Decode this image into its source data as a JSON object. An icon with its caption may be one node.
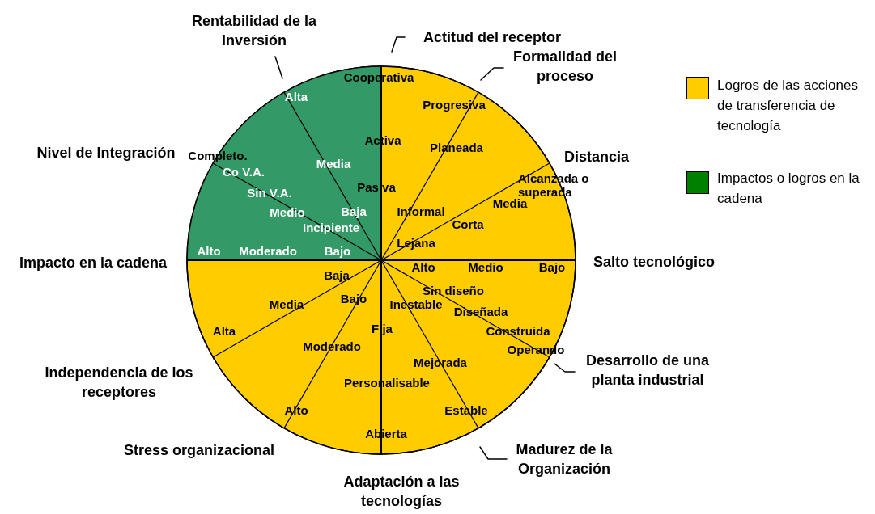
{
  "diagram": {
    "nodes": [
      {
        "text": [
          "Rentabilidad de la Inversión"
        ]
      },
      {
        "text": [
          "Actitud del receptor"
        ]
      },
      {
        "text": [
          "Formalidad del proceso"
        ]
      },
      {
        "text": [
          "Nivel de Integración"
        ]
      },
      {
        "text": [
          "Distancia"
        ]
      },
      {
        "text": [
          "Impacto en la cadena"
        ]
      },
      {
        "text": [
          "Salto tecnológico"
        ]
      },
      {
        "text": [
          "Independencia de los receptores"
        ]
      },
      {
        "text": [
          "Desarrollo de una planta industrial"
        ]
      },
      {
        "text": [
          "Stress organizacional"
        ]
      },
      {
        "text": [
          "Madurez de la Organización"
        ]
      },
      {
        "text": [
          "Adaptación a las tecnologías"
        ]
      }
    ],
    "edges": [
      {
        "from": 0,
        "to": null,
        "arrow": "none"
      },
      {
        "from": 1,
        "to": null,
        "arrow": "none"
      },
      {
        "from": 2,
        "to": null,
        "arrow": "none"
      },
      {
        "from": 8,
        "to": null,
        "arrow": "none"
      },
      {
        "from": 10,
        "to": null,
        "arrow": "none"
      }
    ],
    "labels": [
      "Cooperativa",
      "Alta",
      "Progresiva",
      "Activa",
      "Planeada",
      "Completo.",
      "Media",
      "Co V.A.",
      "Alcanzada o superada",
      "Pasiva",
      "Sin V.A.",
      "Media",
      "Medio",
      "Baja",
      "Informal",
      "Corta",
      "Incipiente",
      "Lejana",
      "Alto",
      "Moderado",
      "Bajo",
      "Alto",
      "Medio",
      "Bajo",
      "Baja",
      "Sin diseño",
      "Media",
      "Bajo",
      "Inestable",
      "Diseñada",
      "Alta",
      "Fija",
      "Construida",
      "Moderado",
      "Operando",
      "Mejorada",
      "Personalisable",
      "Alto",
      "Estable",
      "Abierta"
    ],
    "legend": [
      {
        "text": "Logros de las acciones de transferencia de tecnología",
        "color": "#ffcc00"
      },
      {
        "text": "Impactos o logros en la cadena",
        "color": "#008000"
      }
    ]
  }
}
